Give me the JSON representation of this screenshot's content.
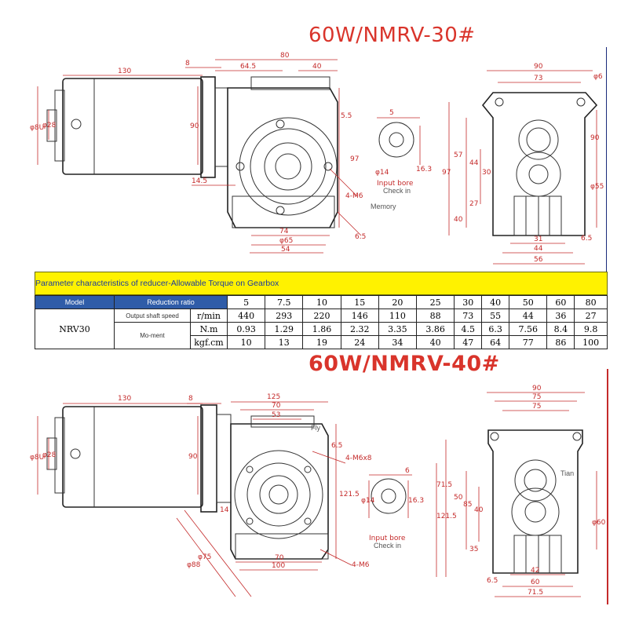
{
  "titles": {
    "top": "60W/NMRV-30#",
    "bottom": "60W/NMRV-40#"
  },
  "top_drawing": {
    "motor_dims": [
      "130",
      "8",
      "80",
      "64.5",
      "40",
      "14.5",
      "74",
      "φ65",
      "54",
      "6.5",
      "5.5",
      "97",
      "φ8U",
      "φ28",
      "90",
      "4-M6"
    ],
    "bore": {
      "label": "Input bore",
      "note": "Check in",
      "dims": [
        "φ14",
        "16.3",
        "5"
      ]
    },
    "memory_label": "Memory",
    "side_dims": [
      "90",
      "73",
      "φ6",
      "57",
      "44",
      "30",
      "27",
      "97",
      "40",
      "90",
      "φ55",
      "31",
      "44",
      "56",
      "6.5"
    ]
  },
  "band_text": "Parameter characteristics of reducer-Allowable Torque on Gearbox",
  "table": {
    "model_header": "Model",
    "ratio_header": "Reduction ratio",
    "ratios": [
      "5",
      "7.5",
      "10",
      "15",
      "20",
      "25",
      "30",
      "40",
      "50",
      "60",
      "80"
    ],
    "model": "NRV30",
    "speed_label": "Output shaft speed",
    "speed_unit": "r/min",
    "speeds": [
      "440",
      "293",
      "220",
      "146",
      "110",
      "88",
      "73",
      "55",
      "44",
      "36",
      "27"
    ],
    "moment_label": "Mo-ment",
    "nm_unit": "N.m",
    "nm": [
      "0.93",
      "1.29",
      "1.86",
      "2.32",
      "3.35",
      "3.86",
      "4.5",
      "6.3",
      "7.56",
      "8.4",
      "9.8"
    ],
    "kgf_unit": "kgf.cm",
    "kgf": [
      "10",
      "13",
      "19",
      "24",
      "34",
      "40",
      "47",
      "64",
      "77",
      "86",
      "100"
    ]
  },
  "bottom_drawing": {
    "motor_dims": [
      "130",
      "8",
      "125",
      "70",
      "53",
      "φ8U",
      "φ28",
      "90",
      "4-M6x8",
      "6.5",
      "121.5",
      "14",
      "φ88",
      "φ75",
      "70",
      "100",
      "4-M6"
    ],
    "fly_label": "Fly",
    "bore": {
      "label": "Input bore",
      "note": "Check in",
      "dims": [
        "6",
        "φ14",
        "16.3"
      ]
    },
    "tian_label": "Tian",
    "side_dims": [
      "90",
      "75",
      "75",
      "71.5",
      "121.5",
      "50",
      "85",
      "40",
      "35",
      "φ60",
      "42",
      "60",
      "71.5",
      "6.5"
    ]
  }
}
